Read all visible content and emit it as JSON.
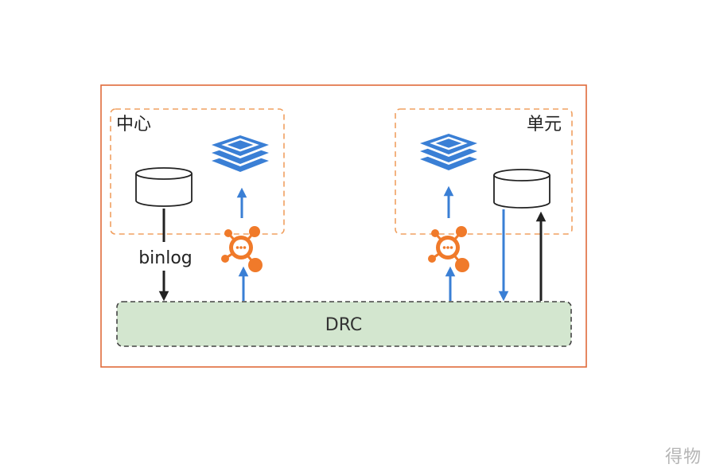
{
  "regions": {
    "center_label": "中心",
    "unit_label": "单元"
  },
  "edges": {
    "binlog_label": "binlog"
  },
  "drc": {
    "label": "DRC"
  },
  "watermark": "得物",
  "colors": {
    "outer_border": "#e06a3a",
    "region_border": "#f0a060",
    "drc_fill": "#d3e6cf",
    "drc_border": "#444444",
    "blue_arrow": "#3a7fd5",
    "dark_arrow": "#222222",
    "stack_icon": "#3a7fd5",
    "hub_icon": "#f07a2a"
  },
  "icons": {
    "database": "database-icon",
    "stack": "layers-stack-icon",
    "hub": "message-hub-icon"
  }
}
